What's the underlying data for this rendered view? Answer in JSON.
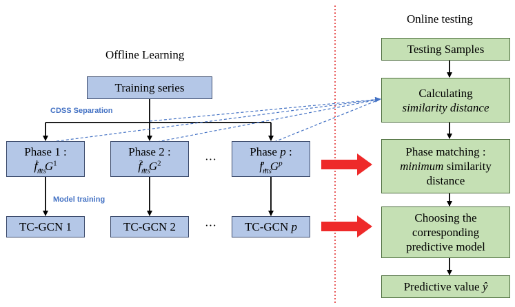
{
  "offline": {
    "title": "Offline Learning",
    "training_series": "Training series",
    "cdss_label": "CDSS Separation",
    "model_training_label": "Model training",
    "phases": [
      {
        "title": "Phase 1 :",
        "features": "f",
        "features_sub": "nts",
        "features_sup": "1",
        "graph": "G",
        "graph_sup": "1"
      },
      {
        "title": "Phase 2 :",
        "features": "f",
        "features_sub": "nts",
        "features_sup": "2",
        "graph": "G",
        "graph_sup": "2"
      },
      {
        "title": "Phase p :",
        "features": "f",
        "features_sub": "nts",
        "features_sup": "p",
        "graph": "G",
        "graph_sup": "p"
      }
    ],
    "models": [
      "TC-GCN 1",
      "TC-GCN 2",
      "TC-GCN p"
    ],
    "ellipsis": "···"
  },
  "online": {
    "title": "Online testing",
    "testing_samples": "Testing Samples",
    "calculating_line1": "Calculating",
    "calculating_line2": "similarity distance",
    "matching_line1": "Phase matching :",
    "matching_line2_a": "minimum",
    "matching_line2_b": " similarity",
    "matching_line3": "distance",
    "choosing_line1": "Choosing the",
    "choosing_line2": "corresponding",
    "choosing_line3": "predictive model",
    "predictive_value": "Predictive value ",
    "predictive_symbol": "ŷ"
  },
  "colors": {
    "blue_box": "#b4c7e7",
    "green_box": "#c5e0b4",
    "dashed_arrow": "#4472c4",
    "big_arrow": "#ee2a2a",
    "divider": "#e02020",
    "label_blue": "#4472c4"
  }
}
